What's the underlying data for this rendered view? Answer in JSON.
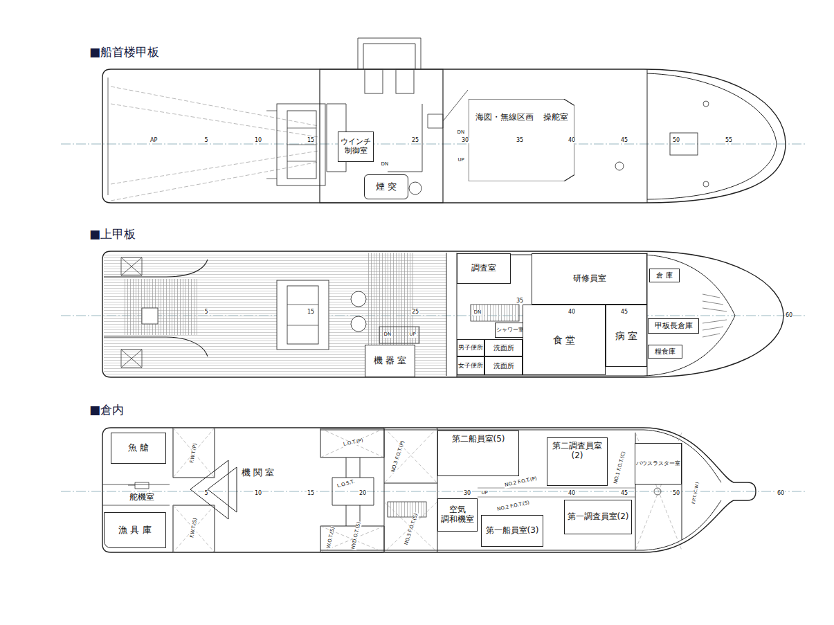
{
  "diagram": {
    "nodes": [
      {
        "text": [
          "ウインチ 制御室"
        ]
      },
      {
        "text": [
          "煙 突"
        ]
      },
      {
        "text": [
          "海図・無線区画",
          "操舵室"
        ]
      },
      {
        "text": [
          "調査室"
        ]
      },
      {
        "text": [
          "研修員室"
        ]
      },
      {
        "text": [
          "倉 庫"
        ]
      },
      {
        "text": [
          "甲板長倉庫"
        ]
      },
      {
        "text": [
          "糧食庫"
        ]
      },
      {
        "text": [
          "機 器 室"
        ]
      },
      {
        "text": [
          "シャワー室"
        ]
      },
      {
        "text": [
          "男子便所"
        ]
      },
      {
        "text": [
          "洗面所"
        ]
      },
      {
        "text": [
          "女子便所"
        ]
      },
      {
        "text": [
          "洗面所"
        ]
      },
      {
        "text": [
          "食 堂"
        ]
      },
      {
        "text": [
          "病 室"
        ]
      },
      {
        "text": [
          "魚 艙"
        ]
      },
      {
        "text": [
          "漁 具 庫"
        ]
      },
      {
        "text": [
          "第二船員室(5)"
        ]
      },
      {
        "text": [
          "第二調査員室(2)"
        ]
      },
      {
        "text": [
          "第一調査員室(2)"
        ]
      },
      {
        "text": [
          "第一船員室(3)"
        ]
      },
      {
        "text": [
          "空気 調和機室"
        ]
      },
      {
        "text": [
          "バウスラスター室"
        ]
      }
    ],
    "labels": [
      "■船首楼甲板",
      "■上甲板",
      "■倉内",
      "AP",
      "5",
      "10",
      "15",
      "25",
      "30",
      "35",
      "40",
      "45",
      "50",
      "55",
      "DN",
      "UP",
      "DN",
      "5",
      "15",
      "25",
      "35",
      "40",
      "45",
      "60",
      "DN",
      "DN",
      "UP",
      "5",
      "10",
      "15",
      "20",
      "30",
      "40",
      "45",
      "50",
      "60",
      "UP",
      "舵機室",
      "機 関 室",
      "F.W.T.(P)",
      "F.W.T.(S)",
      "L.O.T.(P)",
      "L.O.S.T.",
      "W.O.T.(S)",
      "HYD.O.T.(S)",
      "NO.3 F.O.T.(P)",
      "NO.3 F.O.T.(S)",
      "NO.2 F.O.T.(P)",
      "NO.2 F.O.T.(S)",
      "NO.1 F.O.T.(C)",
      "F.P.T.(C.W.)"
    ]
  }
}
